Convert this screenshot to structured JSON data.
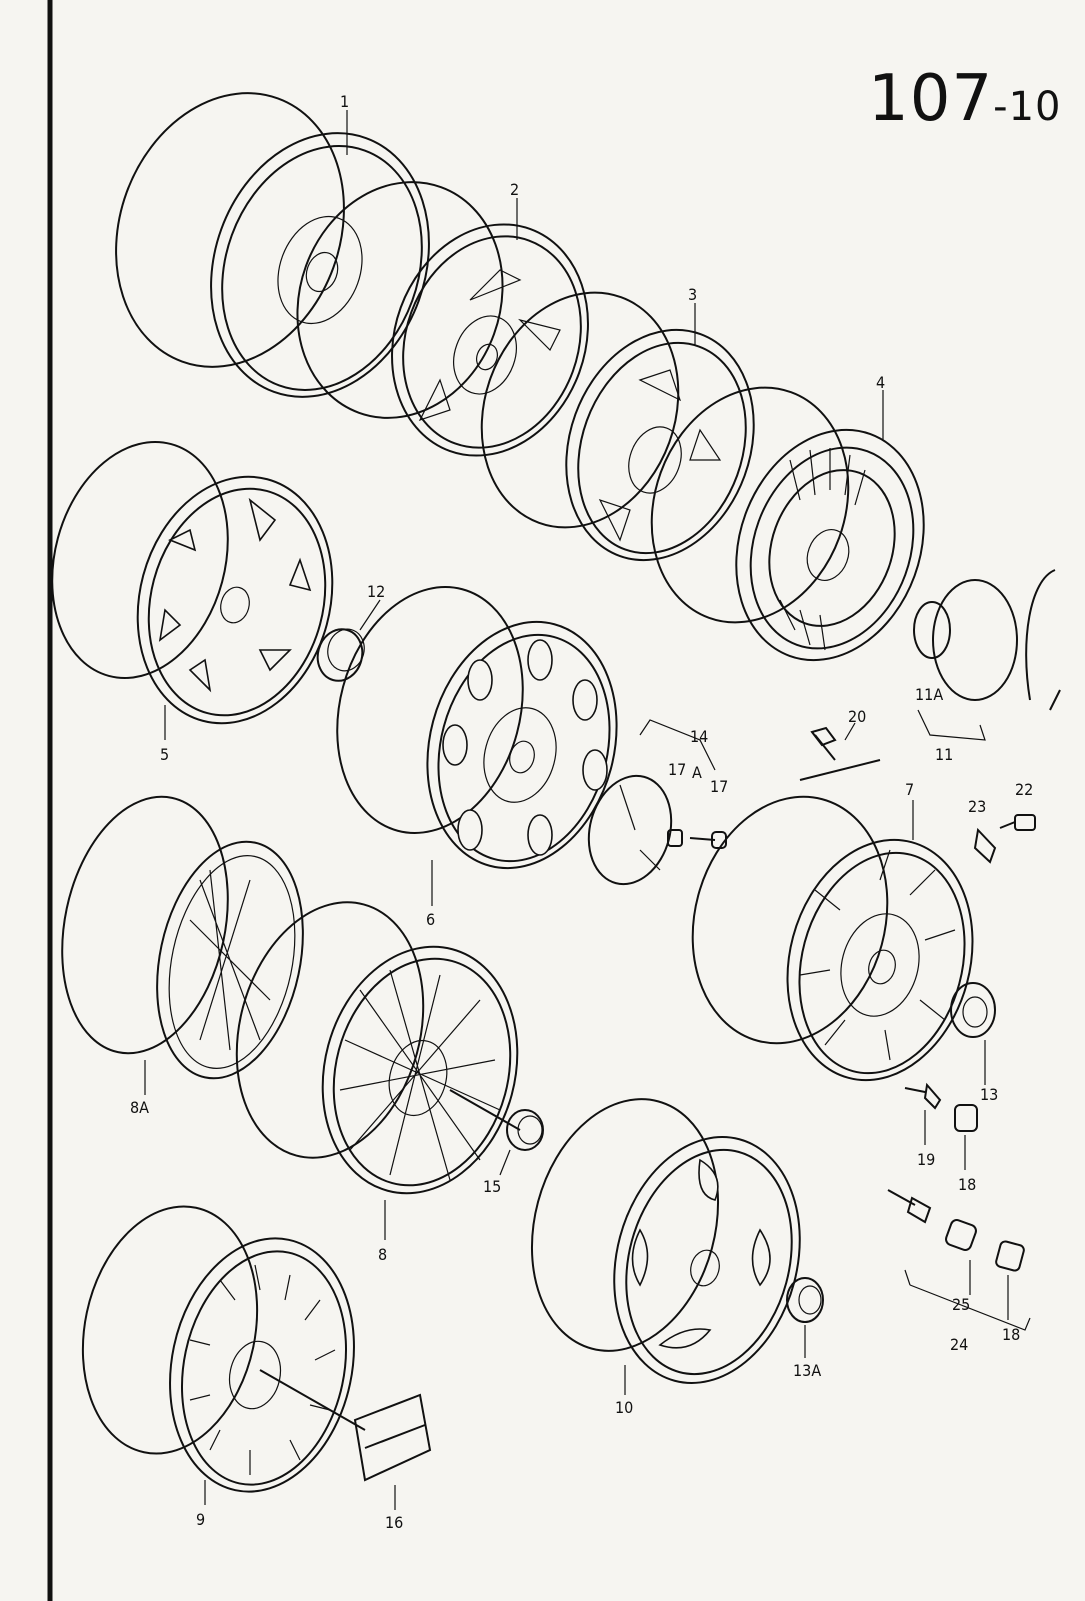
{
  "diagram": {
    "title_main": "107",
    "title_suffix": "-10",
    "callouts": [
      {
        "id": "c1",
        "text": "1"
      },
      {
        "id": "c2",
        "text": "2"
      },
      {
        "id": "c3",
        "text": "3"
      },
      {
        "id": "c4",
        "text": "4"
      },
      {
        "id": "c5",
        "text": "5"
      },
      {
        "id": "c6",
        "text": "6"
      },
      {
        "id": "c7",
        "text": "7"
      },
      {
        "id": "c8",
        "text": "8"
      },
      {
        "id": "c8A",
        "text": "8A"
      },
      {
        "id": "c9",
        "text": "9"
      },
      {
        "id": "c10",
        "text": "10"
      },
      {
        "id": "c11",
        "text": "11"
      },
      {
        "id": "c11A",
        "text": "11A"
      },
      {
        "id": "c12",
        "text": "12"
      },
      {
        "id": "c13",
        "text": "13"
      },
      {
        "id": "c13A",
        "text": "13A"
      },
      {
        "id": "c14",
        "text": "14"
      },
      {
        "id": "c15",
        "text": "15"
      },
      {
        "id": "c16",
        "text": "16"
      },
      {
        "id": "c17a",
        "text": "17"
      },
      {
        "id": "c17b",
        "text": "17"
      },
      {
        "id": "c18a",
        "text": "18"
      },
      {
        "id": "c18b",
        "text": "18"
      },
      {
        "id": "c19",
        "text": "19"
      },
      {
        "id": "c20",
        "text": "20"
      },
      {
        "id": "c22",
        "text": "22"
      },
      {
        "id": "c23",
        "text": "23"
      },
      {
        "id": "c24",
        "text": "24"
      },
      {
        "id": "c25",
        "text": "25"
      },
      {
        "id": "cA",
        "text": "A"
      }
    ]
  }
}
